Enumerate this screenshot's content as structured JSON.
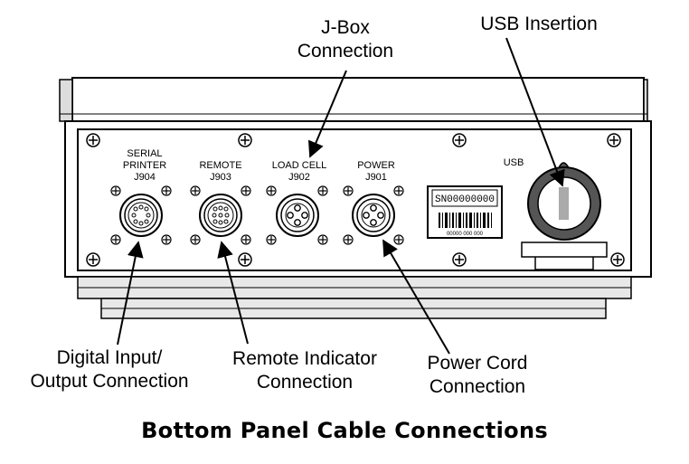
{
  "callouts": {
    "jbox": {
      "line1": "J-Box",
      "line2": "Connection"
    },
    "usb": {
      "line1": "USB Insertion"
    },
    "digital": {
      "line1": "Digital Input/",
      "line2": "Output Connection"
    },
    "remote": {
      "line1": "Remote Indicator",
      "line2": "Connection"
    },
    "power": {
      "line1": "Power Cord",
      "line2": "Connection"
    }
  },
  "panel": {
    "connectors": [
      {
        "line1": "SERIAL",
        "line2": "PRINTER",
        "line3": "J904"
      },
      {
        "line1": "REMOTE",
        "line2": "J903"
      },
      {
        "line1": "LOAD CELL",
        "line2": "J902"
      },
      {
        "line1": "POWER",
        "line2": "J901"
      }
    ],
    "usb_label": "USB",
    "serial_number": "SN00000000",
    "barcode_text": "00000 000 000"
  },
  "caption": "Bottom Panel Cable Connections"
}
